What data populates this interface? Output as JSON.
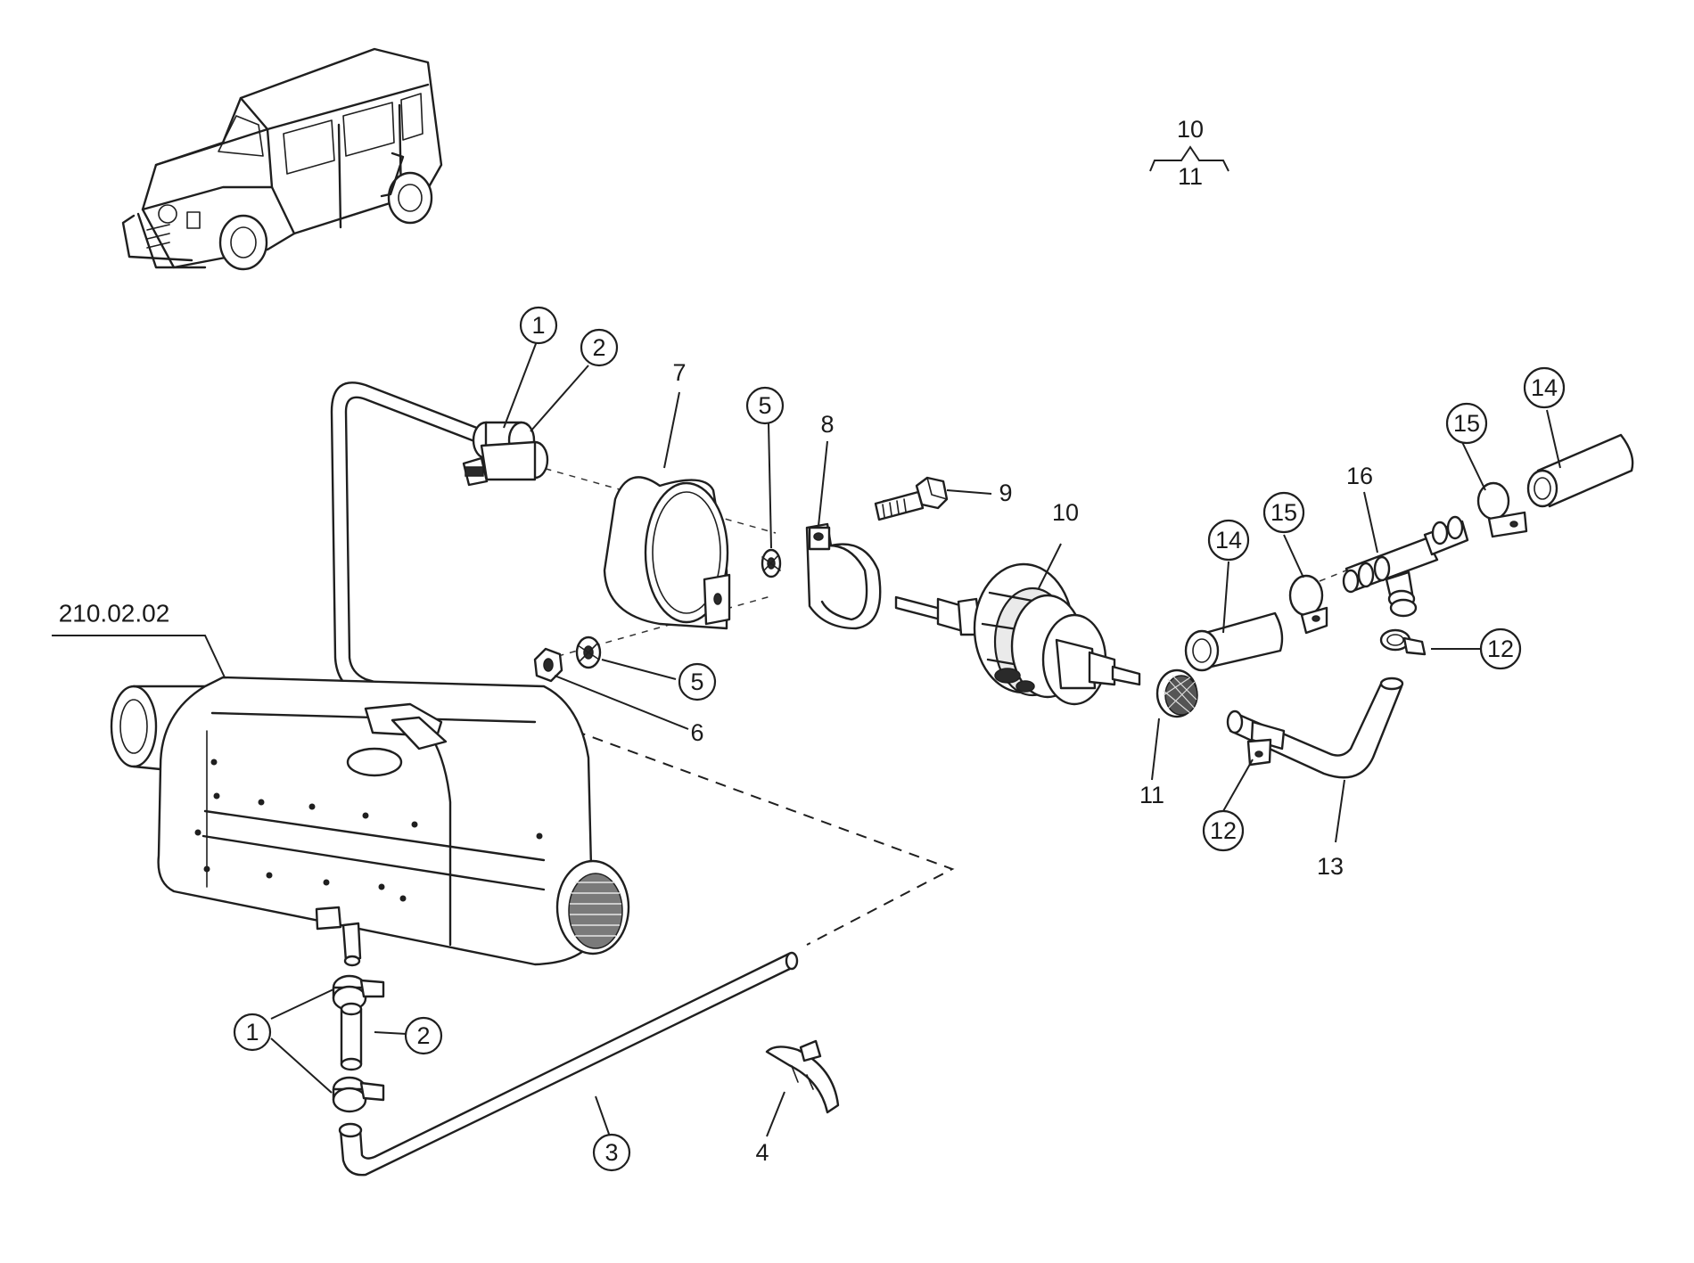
{
  "diagram": {
    "reference": "210.02.02",
    "ratio_note": {
      "top": "10",
      "bottom": "11"
    },
    "callouts": [
      {
        "id": "c1a",
        "text": "1"
      },
      {
        "id": "c2a",
        "text": "2"
      },
      {
        "id": "c7",
        "text": "7"
      },
      {
        "id": "c5a",
        "text": "5"
      },
      {
        "id": "c8",
        "text": "8"
      },
      {
        "id": "c9",
        "text": "9"
      },
      {
        "id": "c10",
        "text": "10"
      },
      {
        "id": "c5b",
        "text": "5"
      },
      {
        "id": "c6",
        "text": "6"
      },
      {
        "id": "c11",
        "text": "11"
      },
      {
        "id": "c14a",
        "text": "14"
      },
      {
        "id": "c15a",
        "text": "15"
      },
      {
        "id": "c16",
        "text": "16"
      },
      {
        "id": "c15b",
        "text": "15"
      },
      {
        "id": "c14b",
        "text": "14"
      },
      {
        "id": "c12a",
        "text": "12"
      },
      {
        "id": "c12b",
        "text": "12"
      },
      {
        "id": "c13",
        "text": "13"
      },
      {
        "id": "c1b",
        "text": "1"
      },
      {
        "id": "c2b",
        "text": "2"
      },
      {
        "id": "c3",
        "text": "3"
      },
      {
        "id": "c4",
        "text": "4"
      }
    ]
  }
}
